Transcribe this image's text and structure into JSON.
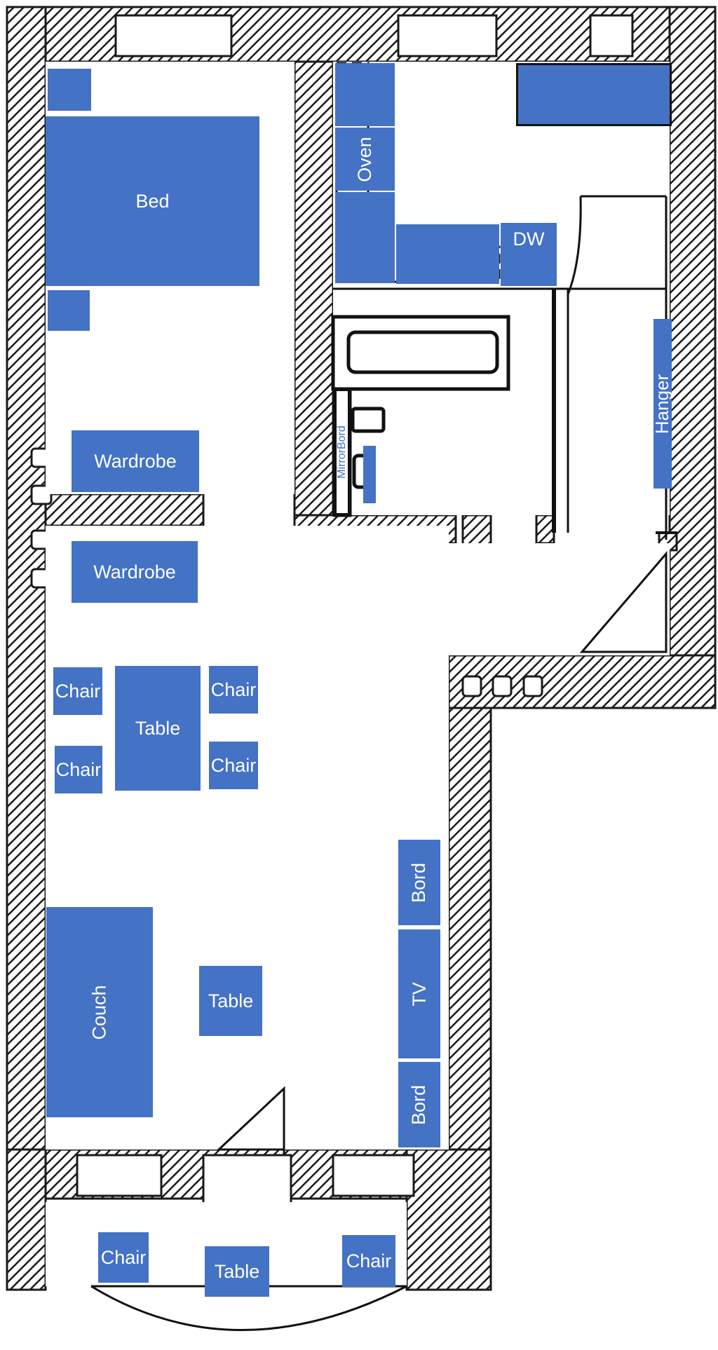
{
  "colors": {
    "furniture": "#4472c4",
    "wall": "#1a1a1a",
    "couch_outline": "#1aa3e8",
    "background": "#ffffff"
  },
  "labels": {
    "bed": "Bed",
    "oven": "Oven",
    "dw": "DW",
    "hanger": "Hanger",
    "mirrorbord": "MirrorBord",
    "wardrobe_top": "Wardrobe",
    "wardrobe_bottom": "Wardrobe",
    "dining_chair_tl": "Chair",
    "dining_chair_tr": "Chair",
    "dining_chair_bl": "Chair",
    "dining_chair_br": "Chair",
    "dining_table": "Table",
    "bord_top": "Bord",
    "tv": "TV",
    "bord_bottom": "Bord",
    "couch": "Couch",
    "coffee_table": "Table",
    "balcony_chair_left": "Chair",
    "balcony_table": "Table",
    "balcony_chair_right": "Chair"
  },
  "icons": {
    "walls": "hatched-wall-icon",
    "door": "door-swing-icon",
    "window": "window-icon",
    "sink": "sink-icon",
    "bathtub": "bathtub-icon",
    "toilet": "toilet-icon"
  }
}
